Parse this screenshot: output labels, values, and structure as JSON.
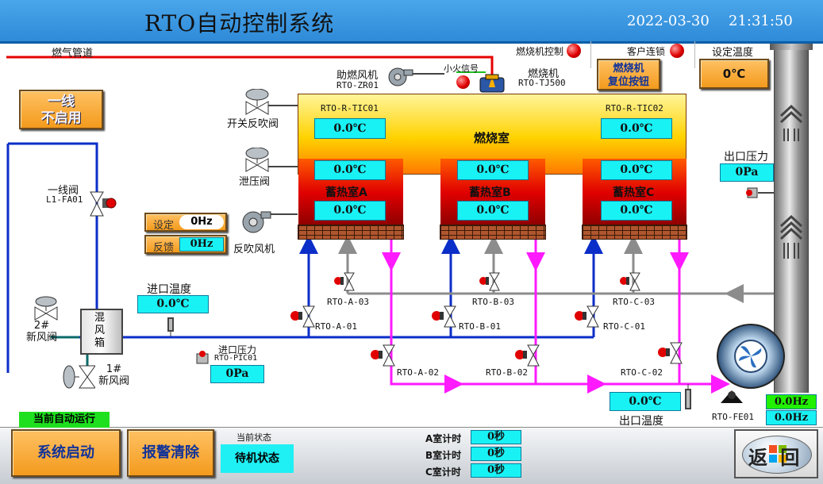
{
  "header": {
    "title": "RTO自动控制系统",
    "date": "2022-03-30",
    "time": "21:31:50"
  },
  "gas_pipe_label": "燃气管道",
  "indicators": {
    "burner_control": "燃烧机控制",
    "customer_interlock": "客户连锁",
    "pilot_signal": "小火信号"
  },
  "burner_reset": {
    "line1": "燃烧机",
    "line2": "复位按钮"
  },
  "set_temperature": {
    "label": "设定温度",
    "value": "0℃"
  },
  "line1_button": {
    "line1": "一线",
    "line2": "不启用"
  },
  "combustion_fan": {
    "label": "助燃风机",
    "tag": "RTO-ZR01"
  },
  "burner": {
    "label": "燃烧机",
    "tag": "RTO-TJ500"
  },
  "valves": {
    "blowback_switch": "开关反吹阀",
    "relief": "泄压阀",
    "line1_valve": "一线阀",
    "line1_tag": "L1-FA01",
    "fresh2": "2#\n新风阀",
    "fresh1": "1#\n新风阀",
    "a03": "RTO-A-03",
    "b03": "RTO-B-03",
    "c03": "RTO-C-03",
    "a01": "RTO-A-01",
    "b01": "RTO-B-01",
    "c01": "RTO-C-01",
    "a02": "RTO-A-02",
    "b02": "RTO-B-02",
    "c02": "RTO-C-02"
  },
  "chamber": {
    "combustion_label": "燃烧室",
    "tic01": "RTO-R-TIC01",
    "tic02": "RTO-R-TIC02",
    "top_temp_1": "0.0℃",
    "top_temp_2": "0.0℃",
    "regen": [
      {
        "name": "蓄热室A",
        "upper": "0.0℃",
        "lower": "0.0℃"
      },
      {
        "name": "蓄热室B",
        "upper": "0.0℃",
        "lower": "0.0℃"
      },
      {
        "name": "蓄热室C",
        "upper": "0.0℃",
        "lower": "0.0℃"
      }
    ]
  },
  "blowback_fan": {
    "label": "反吹风机",
    "set_label": "设定",
    "set_value": "0Hz",
    "fb_label": "反馈",
    "fb_value": "0Hz"
  },
  "inlet_temp": {
    "label": "进口温度",
    "value": "0.0℃"
  },
  "mixer": {
    "label": "混\n风\n箱"
  },
  "inlet_pressure": {
    "label": "进口压力",
    "tag": "RTO-PIC01",
    "value": "0Pa"
  },
  "outlet_pressure": {
    "label": "出口压力",
    "value": "0Pa"
  },
  "outlet_temp": {
    "label": "出口温度",
    "value": "0.0℃"
  },
  "exhaust_fan": {
    "tag": "RTO-FE01",
    "hz1": "0.0Hz",
    "hz2": "0.0Hz"
  },
  "footer": {
    "auto_run": "当前自动运行",
    "start": "系统启动",
    "clear_alarm": "报警清除",
    "state_label": "当前状态",
    "state_value": "待机状态",
    "timers": [
      {
        "label": "A室计时",
        "value": "0秒"
      },
      {
        "label": "B室计时",
        "value": "0秒"
      },
      {
        "label": "C室计时",
        "value": "0秒"
      }
    ],
    "back": "返 回"
  },
  "colors": {
    "pipe_blue": "#0b2ec8",
    "pipe_magenta": "#ff1aff",
    "pipe_gray": "#8c8c8c",
    "gas_red": "#e60000",
    "accent_cyan": "#19f2f5",
    "header_blue": "#3a97e0"
  }
}
